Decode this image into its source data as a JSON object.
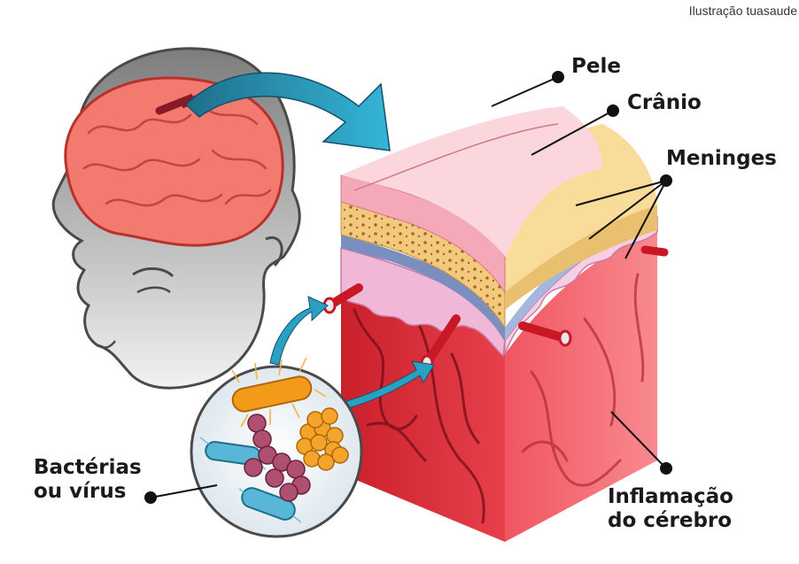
{
  "credit": "Ilustração tuasaude",
  "labels": {
    "skin": "Pele",
    "skull": "Crânio",
    "meninges": "Meninges",
    "pathogen_line1": "Bactérias",
    "pathogen_line2": "ou vírus",
    "inflammation_line1": "Inflamação",
    "inflammation_line2": "do cérebro"
  },
  "colors": {
    "skin": "#f7c0c8",
    "skull": "#f6d28a",
    "meninges": "#8fa8cf",
    "brain": "#e53b45",
    "arrow": "#2aa0c2",
    "head": "#9a9a9a"
  }
}
